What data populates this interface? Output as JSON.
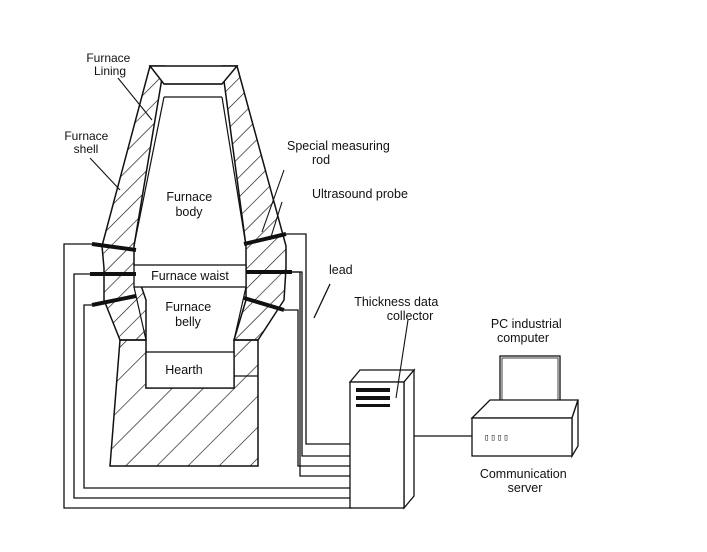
{
  "labels": {
    "furnace_lining": [
      "Furnace",
      "Lining"
    ],
    "furnace_shell": [
      "Furnace",
      "shell"
    ],
    "furnace_body": [
      "Furnace",
      "body"
    ],
    "furnace_waist": "Furnace waist",
    "furnace_belly": [
      "Furnace",
      "belly"
    ],
    "hearth": "Hearth",
    "special_measuring_rod": [
      "Special measuring",
      "rod"
    ],
    "ultrasound_probe": "Ultrasound probe",
    "lead": "lead",
    "thickness_data_collector": [
      "Thickness data",
      "collector"
    ],
    "pc_industrial_computer": [
      "PC industrial",
      "computer"
    ],
    "communication_server": [
      "Communication",
      "server"
    ]
  },
  "server_panel_text": "▯▯▯▯"
}
